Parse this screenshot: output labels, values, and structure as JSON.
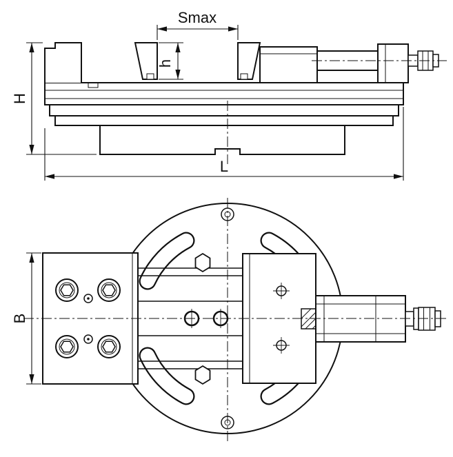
{
  "labels": {
    "smax": "Smax",
    "jaw_height": "h",
    "overall_height": "H",
    "overall_length": "L",
    "overall_width": "B"
  },
  "colors": {
    "line": "#111111",
    "background": "#ffffff"
  }
}
